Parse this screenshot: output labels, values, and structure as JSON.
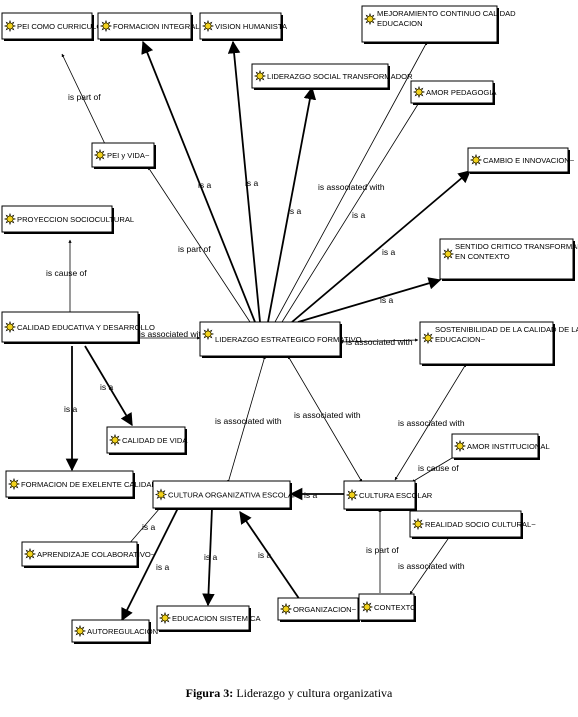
{
  "nodes": {
    "pei_curriculo": "PEI COMO CURRICULO",
    "formacion_integral": "FORMACION INTEGRAL",
    "vision_humanista": "VISION HUMANISTA",
    "mejoramiento_1": "MEJORAMIENTO CONTINUO CALIDAD",
    "mejoramiento_2": "EDUCACION",
    "liderazgo_social": "LIDERAZGO SOCIAL TRANSFORMADOR",
    "amor_pedagogia": "AMOR PEDAGOGIA",
    "pei_vida": "PEI y VIDA~",
    "cambio_innovacion": "CAMBIO E INNOVACION~",
    "proyeccion": "PROYECCION SOCIOCULTURAL",
    "sentido_1": "SENTIDO CRITICO TRANSFORMADOR",
    "sentido_2": "EN CONTEXTO",
    "calidad_educativa": "CALIDAD EDUCATIVA Y DESARROLLO",
    "liderazgo_estrategico": "LIDERAZGO ESTRATEGICO FORMATIVO",
    "sostenibilidad_1": "SOSTENIBILIDAD DE LA CALIDAD DE LA",
    "sostenibilidad_2": "EDUCACION~",
    "calidad_vida": "CALIDAD DE VIDA",
    "amor_institucional": "AMOR INSTITUCIONAL",
    "formacion_excelente": "FORMACION DE EXELENTE CALIDAD",
    "cultura_organizativa": "CULTURA ORGANIZATIVA ESCOLAR~",
    "cultura_escolar": "CULTURA ESCOLAR",
    "realidad_socio": "REALIDAD SOCIO CULTURAL~",
    "aprendizaje": "APRENDIZAJE COLABORATIVO~",
    "autoregulacion": "AUTOREGULACION",
    "educacion_sistemica": "EDUCACION SISTEMICA",
    "organizacion": "ORGANIZACION~",
    "contexto": "CONTEXTO"
  },
  "edges": {
    "is_part_of": "is part of",
    "is_a": "is a",
    "is_associated_with": "is associated with",
    "is_cause_of": "is cause of"
  },
  "caption": {
    "label": "Figura 3:",
    "text": "Liderazgo y cultura organizativa"
  },
  "colors": {
    "icon_fill": "#f2d21b",
    "line": "#000000"
  }
}
